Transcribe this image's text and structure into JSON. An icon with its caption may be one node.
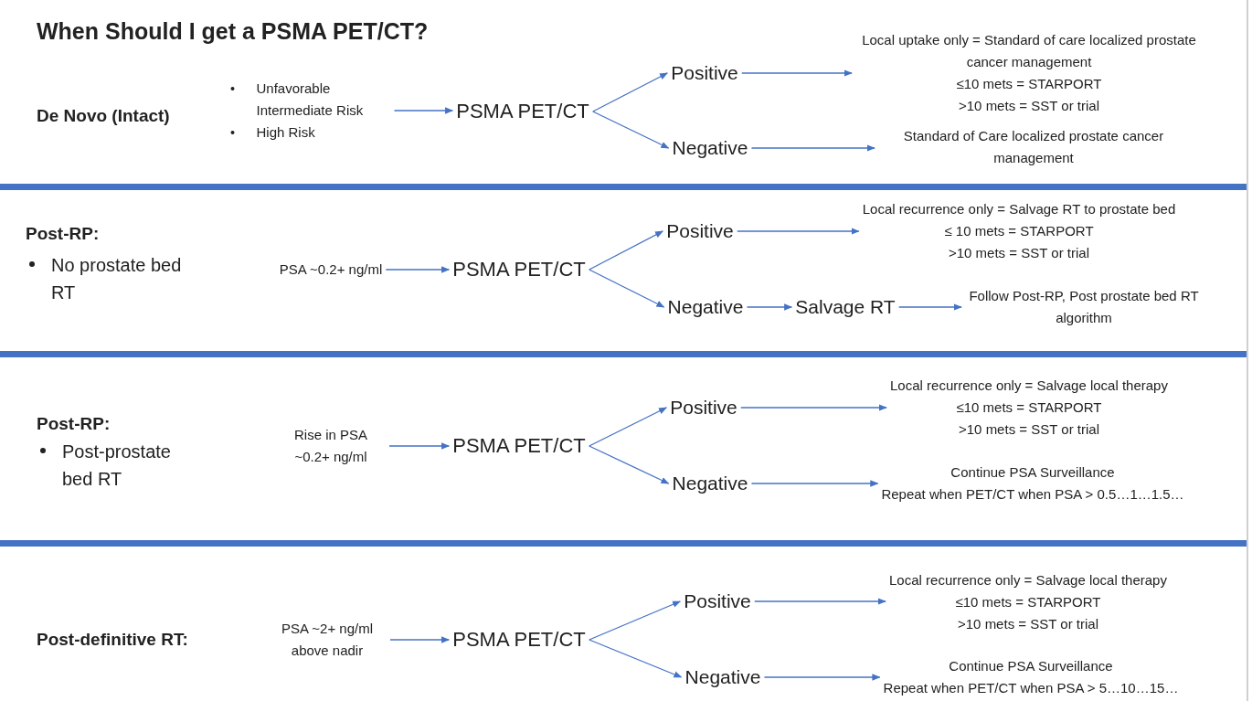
{
  "diagram": {
    "title": "When Should I get a PSMA PET/CT?",
    "nodes": [
      {
        "text": [
          "Unfavorable Intermediate Risk",
          "High Risk"
        ]
      },
      {
        "text": [
          "PSMA PET/CT"
        ]
      },
      {
        "text": [
          "Positive"
        ]
      },
      {
        "text": [
          "Negative"
        ]
      },
      {
        "text": [
          "Local uptake only = Standard of care localized prostate cancer management",
          "≤10 mets = STARPORT",
          ">10 mets = SST or trial"
        ]
      },
      {
        "text": [
          "Standard of Care localized prostate cancer management"
        ]
      },
      {
        "text": [
          "PSA ~0.2+ ng/ml"
        ]
      },
      {
        "text": [
          "PSMA PET/CT"
        ]
      },
      {
        "text": [
          "Positive"
        ]
      },
      {
        "text": [
          "Negative"
        ]
      },
      {
        "text": [
          "Local recurrence only = Salvage RT to prostate bed",
          "≤ 10 mets = STARPORT",
          ">10 mets = SST or trial"
        ]
      },
      {
        "text": [
          "Salvage RT"
        ]
      },
      {
        "text": [
          "Follow Post-RP, Post prostate bed RT algorithm"
        ]
      },
      {
        "text": [
          "Rise in PSA ~0.2+ ng/ml"
        ]
      },
      {
        "text": [
          "PSMA PET/CT"
        ]
      },
      {
        "text": [
          "Positive"
        ]
      },
      {
        "text": [
          "Negative"
        ]
      },
      {
        "text": [
          "Local recurrence only = Salvage local therapy",
          "≤10 mets = STARPORT",
          ">10 mets = SST or trial"
        ]
      },
      {
        "text": [
          "Continue PSA Surveillance",
          "Repeat when PET/CT when PSA > 0.5…1…1.5…"
        ]
      },
      {
        "text": [
          "PSA ~2+ ng/ml above nadir"
        ]
      },
      {
        "text": [
          "PSMA PET/CT"
        ]
      },
      {
        "text": [
          "Positive"
        ]
      },
      {
        "text": [
          "Negative"
        ]
      },
      {
        "text": [
          "Local recurrence only = Salvage local therapy",
          "≤10 mets = STARPORT",
          ">10 mets = SST or trial"
        ]
      },
      {
        "text": [
          "Continue PSA Surveillance",
          "Repeat when PET/CT when PSA > 5…10…15…"
        ]
      }
    ],
    "edges": [
      {
        "from": 0,
        "to": 1,
        "arrow": "to"
      },
      {
        "from": 1,
        "to": 2,
        "arrow": "to"
      },
      {
        "from": 1,
        "to": 3,
        "arrow": "to"
      },
      {
        "from": 2,
        "to": 4,
        "arrow": "to"
      },
      {
        "from": 3,
        "to": 5,
        "arrow": "to"
      },
      {
        "from": 6,
        "to": 7,
        "arrow": "to"
      },
      {
        "from": 7,
        "to": 8,
        "arrow": "to"
      },
      {
        "from": 7,
        "to": 9,
        "arrow": "to"
      },
      {
        "from": 8,
        "to": 10,
        "arrow": "to"
      },
      {
        "from": 9,
        "to": 11,
        "arrow": "to"
      },
      {
        "from": 11,
        "to": 12,
        "arrow": "to"
      },
      {
        "from": 13,
        "to": 14,
        "arrow": "to"
      },
      {
        "from": 14,
        "to": 15,
        "arrow": "to"
      },
      {
        "from": 14,
        "to": 16,
        "arrow": "to"
      },
      {
        "from": 15,
        "to": 17,
        "arrow": "to"
      },
      {
        "from": 16,
        "to": 18,
        "arrow": "to"
      },
      {
        "from": 19,
        "to": 20,
        "arrow": "to"
      },
      {
        "from": 20,
        "to": 21,
        "arrow": "to"
      },
      {
        "from": 20,
        "to": 22,
        "arrow": "to"
      },
      {
        "from": 21,
        "to": 23,
        "arrow": "to"
      },
      {
        "from": 22,
        "to": 24,
        "arrow": "to"
      }
    ],
    "labels": [
      "De Novo (Intact)",
      "Post-RP:",
      "No prostate bed RT",
      "Post-RP:",
      "Post-prostate bed RT",
      "Post-definitive RT:"
    ]
  }
}
